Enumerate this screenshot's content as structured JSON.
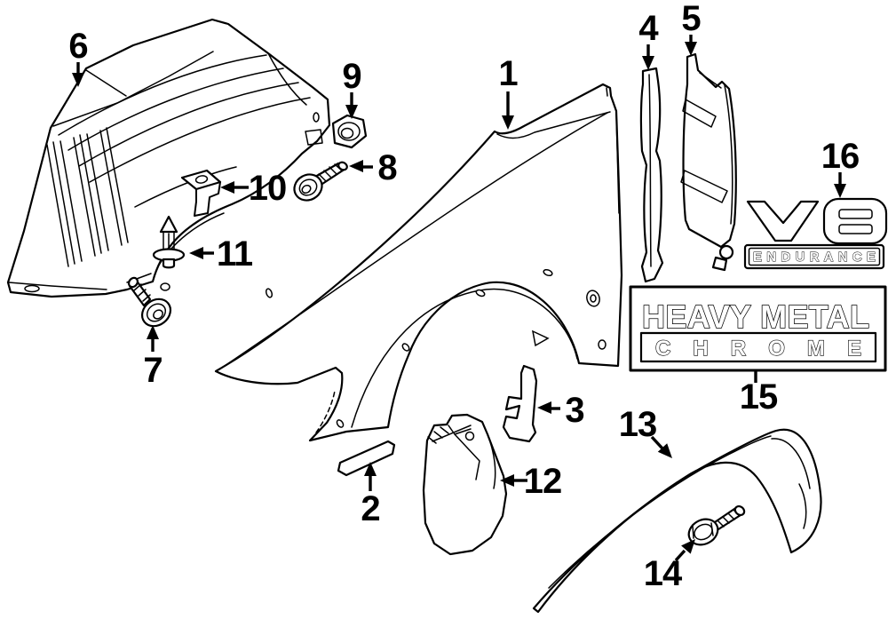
{
  "canvas": {
    "background": "#ffffff",
    "line_color": "#000000"
  },
  "callouts": [
    {
      "label": "1"
    },
    {
      "label": "2"
    },
    {
      "label": "3"
    },
    {
      "label": "4"
    },
    {
      "label": "5"
    },
    {
      "label": "6"
    },
    {
      "label": "7"
    },
    {
      "label": "8"
    },
    {
      "label": "9"
    },
    {
      "label": "10"
    },
    {
      "label": "11"
    },
    {
      "label": "12"
    },
    {
      "label": "13"
    },
    {
      "label": "14"
    },
    {
      "label": "15"
    },
    {
      "label": "16"
    }
  ],
  "emblems": {
    "v8": {
      "logo_text": "V8",
      "banner_text": "ENDURANCE"
    },
    "heavy_metal_chrome": {
      "line1": "HEAVY METAL",
      "line2": "CHROME"
    }
  }
}
